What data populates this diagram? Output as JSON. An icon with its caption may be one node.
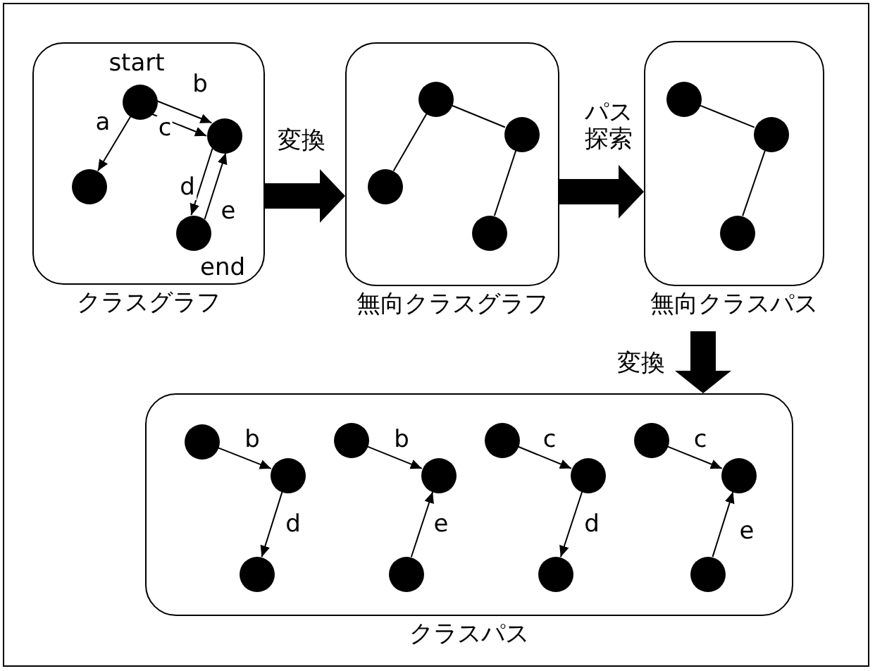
{
  "diagram": {
    "nodes": [
      {
        "text": [
          "クラスグラフ"
        ]
      },
      {
        "text": [],
        "shape": "circle",
        "in": 0,
        "beside": [
          "start"
        ]
      },
      {
        "text": [],
        "shape": "circle",
        "in": 0
      },
      {
        "text": [],
        "shape": "circle",
        "in": 0
      },
      {
        "text": [],
        "shape": "circle",
        "in": 0,
        "beside": [
          "end"
        ]
      },
      {
        "text": [
          "無向クラスグラフ"
        ]
      },
      {
        "text": [],
        "shape": "circle",
        "in": 5
      },
      {
        "text": [],
        "shape": "circle",
        "in": 5
      },
      {
        "text": [],
        "shape": "circle",
        "in": 5
      },
      {
        "text": [],
        "shape": "circle",
        "in": 5
      },
      {
        "text": [
          "無向クラスパス"
        ]
      },
      {
        "text": [],
        "shape": "circle",
        "in": 10
      },
      {
        "text": [],
        "shape": "circle",
        "in": 10
      },
      {
        "text": [],
        "shape": "circle",
        "in": 10
      },
      {
        "text": [
          "クラスパス"
        ]
      },
      {
        "text": [],
        "shape": "circle",
        "in": 14
      },
      {
        "text": [],
        "shape": "circle",
        "in": 14
      },
      {
        "text": [],
        "shape": "circle",
        "in": 14
      },
      {
        "text": [],
        "shape": "circle",
        "in": 14
      },
      {
        "text": [],
        "shape": "circle",
        "in": 14
      },
      {
        "text": [],
        "shape": "circle",
        "in": 14
      },
      {
        "text": [],
        "shape": "circle",
        "in": 14
      },
      {
        "text": [],
        "shape": "circle",
        "in": 14
      },
      {
        "text": [],
        "shape": "circle",
        "in": 14
      },
      {
        "text": [],
        "shape": "circle",
        "in": 14
      },
      {
        "text": [],
        "shape": "circle",
        "in": 14
      },
      {
        "text": [],
        "shape": "circle",
        "in": 14
      }
    ],
    "edges": [
      {
        "from": 1,
        "to": 3,
        "arrow": "to",
        "label": "a"
      },
      {
        "from": 1,
        "to": 2,
        "arrow": "to",
        "label": "b"
      },
      {
        "from": 1,
        "to": 2,
        "arrow": "to",
        "label": "c"
      },
      {
        "from": 2,
        "to": 4,
        "arrow": "to",
        "label": "d"
      },
      {
        "from": 4,
        "to": 2,
        "arrow": "to",
        "label": "e"
      },
      {
        "from": 6,
        "to": 8,
        "arrow": "none"
      },
      {
        "from": 6,
        "to": 7,
        "arrow": "none"
      },
      {
        "from": 7,
        "to": 9,
        "arrow": "none"
      },
      {
        "from": 11,
        "to": 12,
        "arrow": "none"
      },
      {
        "from": 12,
        "to": 13,
        "arrow": "none"
      },
      {
        "from": 15,
        "to": 16,
        "arrow": "to",
        "label": "b"
      },
      {
        "from": 16,
        "to": 17,
        "arrow": "to",
        "label": "d"
      },
      {
        "from": 18,
        "to": 19,
        "arrow": "to",
        "label": "b"
      },
      {
        "from": 20,
        "to": 19,
        "arrow": "to",
        "label": "e"
      },
      {
        "from": 21,
        "to": 22,
        "arrow": "to",
        "label": "c"
      },
      {
        "from": 22,
        "to": 23,
        "arrow": "to",
        "label": "d"
      },
      {
        "from": 24,
        "to": 25,
        "arrow": "to",
        "label": "c"
      },
      {
        "from": 26,
        "to": 25,
        "arrow": "to",
        "label": "e"
      },
      {
        "from": 0,
        "to": 5,
        "arrow": "to",
        "label": "変換",
        "style": "thick"
      },
      {
        "from": 5,
        "to": 10,
        "arrow": "to",
        "label": "パス探索",
        "style": "thick"
      },
      {
        "from": 10,
        "to": 14,
        "arrow": "to",
        "label": "変換",
        "style": "thick"
      }
    ]
  }
}
